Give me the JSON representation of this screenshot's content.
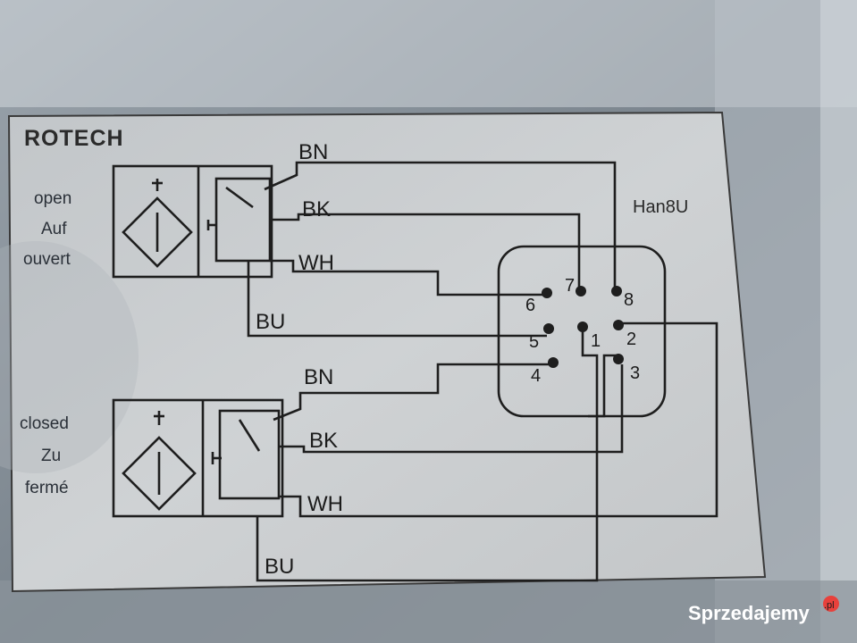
{
  "brand": "ROTECH",
  "connector_label": "Han8U",
  "sensor_open": {
    "state_lines": [
      "open",
      "Auf",
      "ouvert"
    ],
    "wires": {
      "bn": "BN",
      "bk": "BK",
      "wh": "WH",
      "bu": "BU"
    }
  },
  "sensor_closed": {
    "state_lines": [
      "closed",
      "Zu",
      "fermé"
    ],
    "wires": {
      "bn": "BN",
      "bk": "BK",
      "wh": "WH",
      "bu": "BU"
    }
  },
  "pins": [
    "1",
    "2",
    "3",
    "4",
    "5",
    "6",
    "7",
    "8"
  ],
  "watermark": {
    "text": "Sprzedajemy",
    "suffix": ".pl"
  },
  "colors": {
    "paper": "#c9ccce",
    "ink": "#1e1e1e",
    "housing": "#7d8790",
    "watermark_accent": "#e8413c"
  }
}
